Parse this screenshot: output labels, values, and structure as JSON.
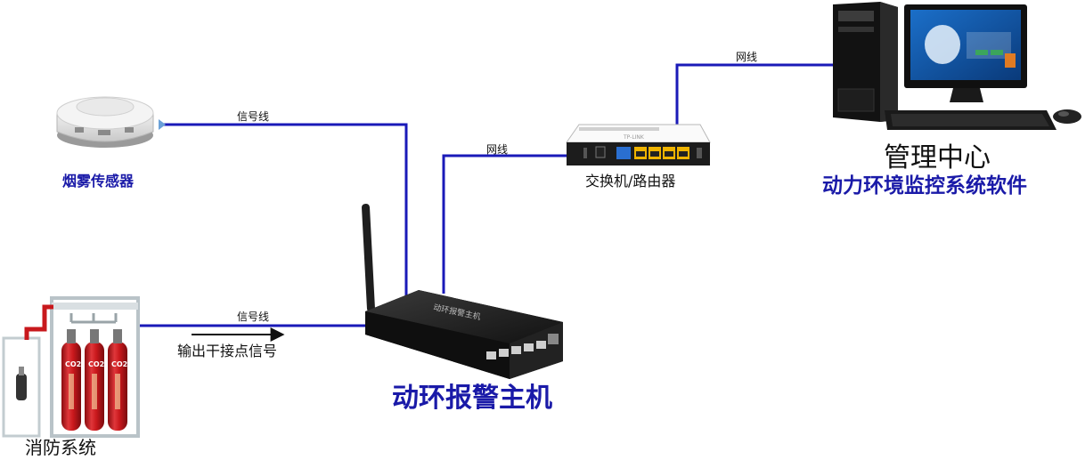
{
  "colors": {
    "wire": "#1a1ab8",
    "label_blue": "#1a1aa8",
    "text": "#111111",
    "device_dark": "#1c1c1c",
    "cylinder_red": "#c8181c",
    "router_white": "#f2f2f2",
    "port_yellow": "#f0b400"
  },
  "devices": {
    "smoke_sensor": {
      "label": "烟雾传感器",
      "icon": "smoke-detector-icon"
    },
    "fire_system": {
      "label": "消防系统",
      "icon": "co2-cylinder-rack-icon",
      "cylinder_text": "CO2"
    },
    "alarm_host": {
      "label": "动环报警主机",
      "icon": "alarm-host-icon",
      "top_text": "动环报警主机"
    },
    "switch": {
      "label": "交换机/路由器",
      "icon": "router-icon",
      "logo_text": "TP-LINK"
    },
    "management": {
      "label": "管理中心",
      "sublabel": "动力环境监控系统软件",
      "icon": "computer-icon"
    }
  },
  "connections": {
    "sensor_to_host": {
      "label": "信号线"
    },
    "fire_to_host": {
      "label": "信号线",
      "note": "输出干接点信号"
    },
    "host_to_switch": {
      "label": "网线"
    },
    "switch_to_pc": {
      "label": "网线"
    }
  }
}
